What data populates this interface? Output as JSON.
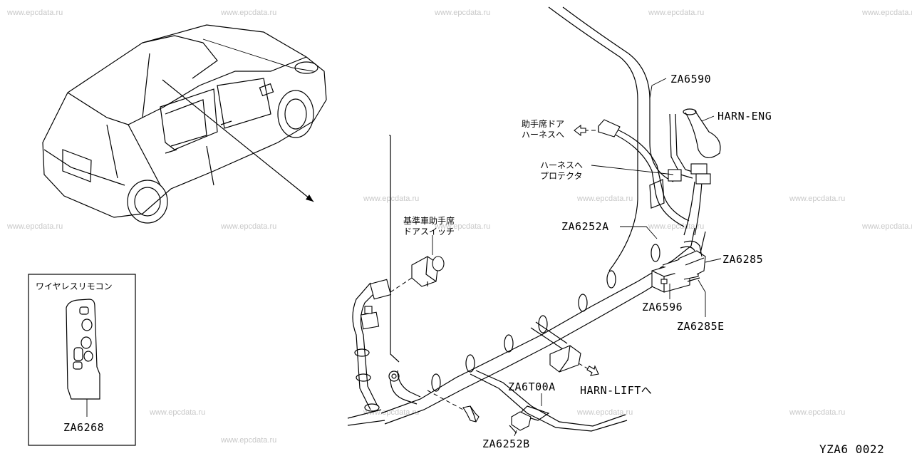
{
  "watermark": "www.epcdata.ru",
  "diagram_id": "YZA6 0022",
  "inset": {
    "title": "ワイヤレスリモコン",
    "part_code": "ZA6268"
  },
  "labels": {
    "za6590": "ZA6590",
    "harn_eng": "HARN-ENG",
    "passenger_door_harness": [
      "助手席ドア",
      "ハーネスへ"
    ],
    "harness_protector": [
      "ハーネスへ",
      "プロテクタ"
    ],
    "door_switch": [
      "基準車助手席",
      "ドアスイッチ"
    ],
    "za6252a": "ZA6252A",
    "za6285": "ZA6285",
    "za6596": "ZA6596",
    "za6285e": "ZA6285E",
    "za6t00a": "ZA6T00A",
    "harn_lift": "HARN-LIFTへ",
    "za6252b": "ZA6252B"
  },
  "icons": [
    "car-outline-icon",
    "remote-key-icon",
    "bolt-icon",
    "clip-icon",
    "connector-icon",
    "arrow-icon"
  ]
}
